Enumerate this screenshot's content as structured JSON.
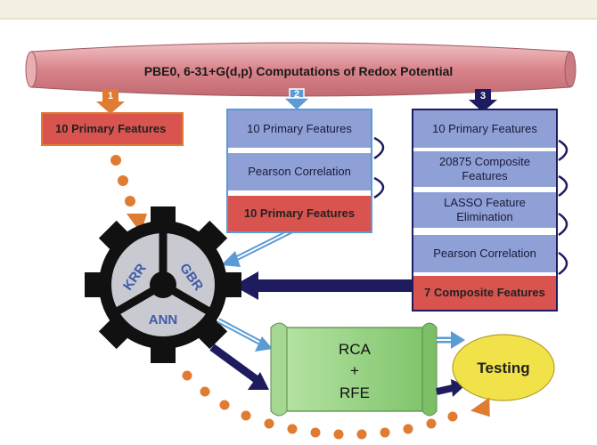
{
  "banner": {
    "title": "PBE0, 6-31+G(d,p) Computations of Redox Potential"
  },
  "paths": [
    {
      "number": "1"
    },
    {
      "number": "2"
    },
    {
      "number": "3"
    }
  ],
  "path1": {
    "box": "10 Primary Features"
  },
  "path2": {
    "steps": [
      "10 Primary Features",
      "Pearson Correlation",
      "10 Primary Features"
    ]
  },
  "path3": {
    "steps": [
      "10 Primary Features",
      "20875 Composite Features",
      "LASSO Feature Elimination",
      "Pearson Correlation",
      "7 Composite Features"
    ]
  },
  "gear": {
    "models": [
      "KRR",
      "GBR",
      "ANN"
    ]
  },
  "rca": {
    "lines": [
      "RCA",
      "+",
      "RFE"
    ]
  },
  "testing": {
    "label": "Testing"
  },
  "colors": {
    "banner": "#d9848a",
    "blue_box": "#8fa0d6",
    "red_box": "#d9534f",
    "orange": "#e07b32",
    "navy": "#1e1b5e",
    "light_blue": "#5b9bd5",
    "scroll_green": "#8ed07a",
    "testing_yellow": "#f2e24a"
  }
}
